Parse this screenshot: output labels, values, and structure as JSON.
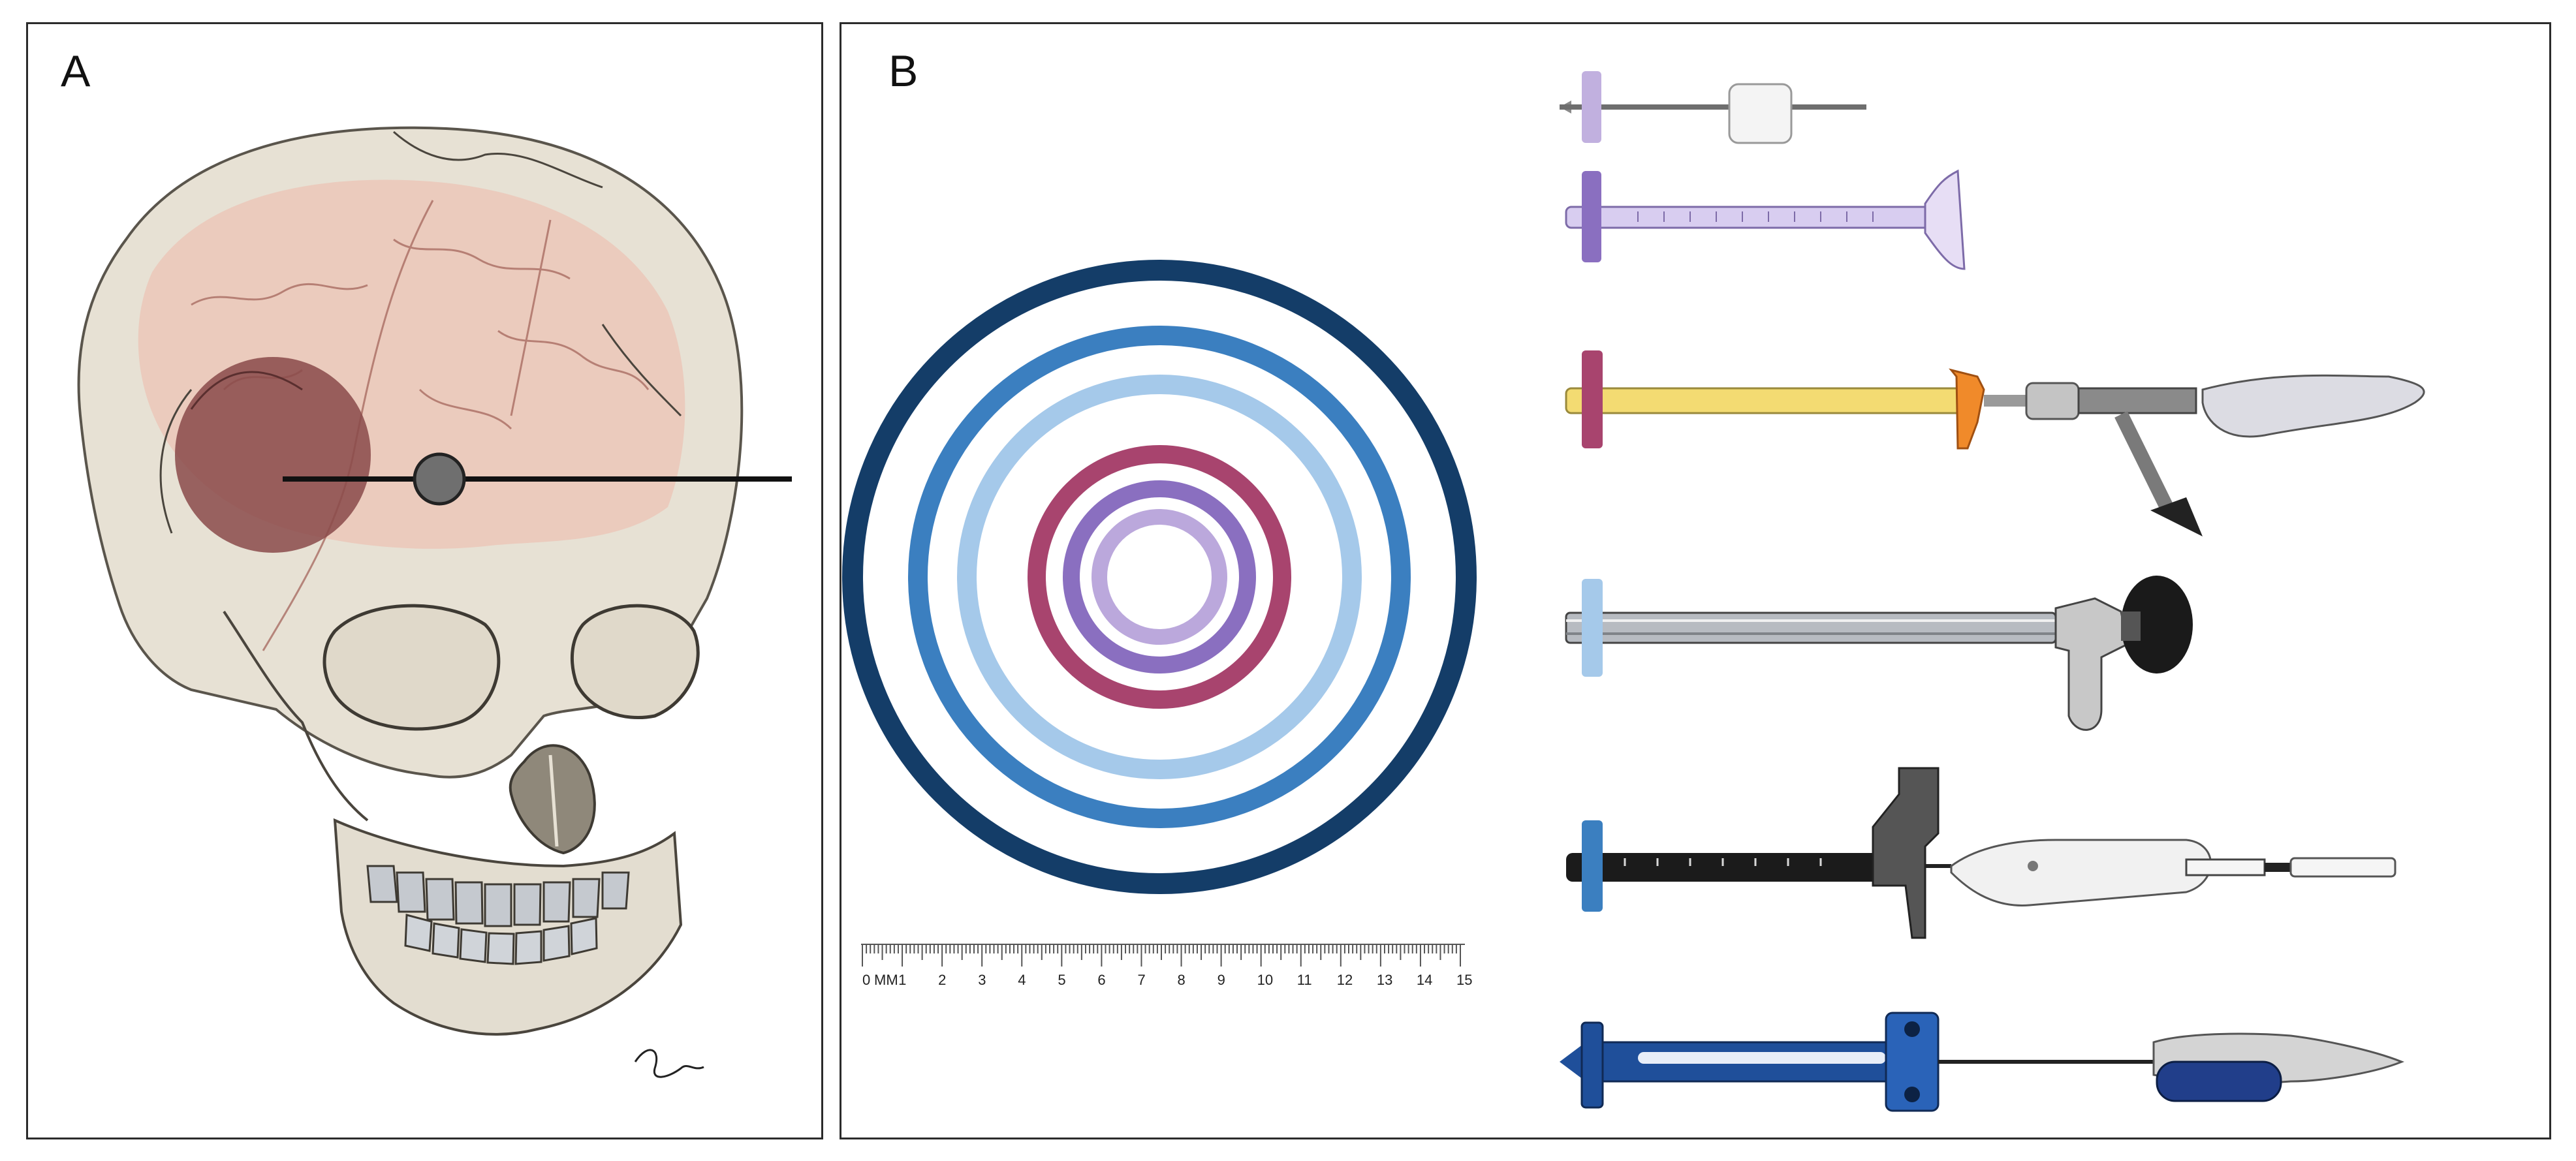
{
  "panels": {
    "a": {
      "label": "A"
    },
    "b": {
      "label": "B"
    }
  },
  "ruler": {
    "unit_label": "MM",
    "ticks": [
      "0",
      "1",
      "2",
      "3",
      "4",
      "5",
      "6",
      "7",
      "8",
      "9",
      "10",
      "11",
      "12",
      "13",
      "14",
      "15"
    ]
  },
  "colors": {
    "ring_navy": "#143d68",
    "ring_mid_blue": "#3b7fc0",
    "ring_light_blue": "#a5c9ea",
    "ring_magenta": "#a8446e",
    "ring_purple": "#8a6fc0",
    "ring_lavender": "#bba8dc",
    "skull": "#e7e1d4",
    "brain": "#ecc3b6",
    "lesion": "#8a4a4a"
  },
  "instruments": [
    {
      "name": "lavender-sheath-instrument",
      "hub_color": "#c1b0df"
    },
    {
      "name": "purple-sheath-instrument",
      "hub_color": "#8a6fc0"
    },
    {
      "name": "magenta-sheath-instrument",
      "hub_color": "#a8446e"
    },
    {
      "name": "light-blue-sheath-instrument",
      "hub_color": "#a5c9ea"
    },
    {
      "name": "mid-blue-sheath-instrument",
      "hub_color": "#3b7fc0"
    },
    {
      "name": "navy-sheath-instrument",
      "hub_color": "#1f4f9a"
    }
  ]
}
